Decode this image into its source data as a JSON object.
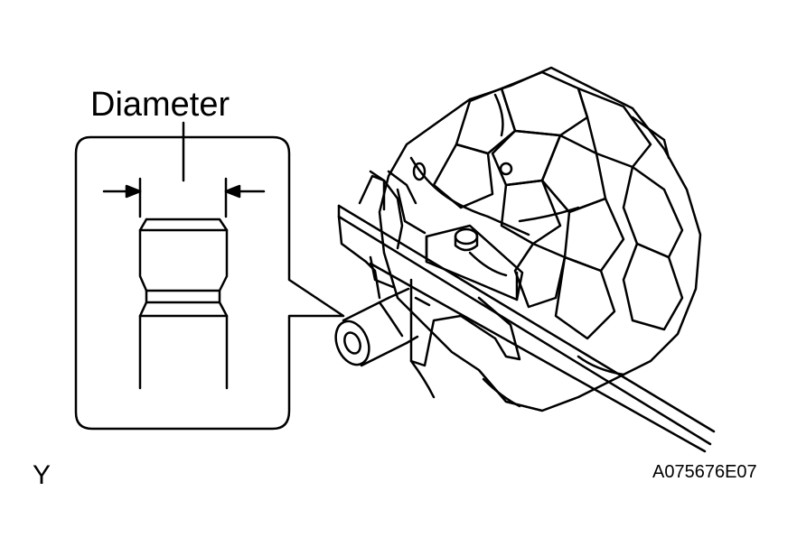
{
  "labels": {
    "dimension": "Diameter",
    "view_letter": "Y",
    "figure_code": "A075676E07"
  },
  "colors": {
    "line": "#000000",
    "background": "#ffffff"
  }
}
